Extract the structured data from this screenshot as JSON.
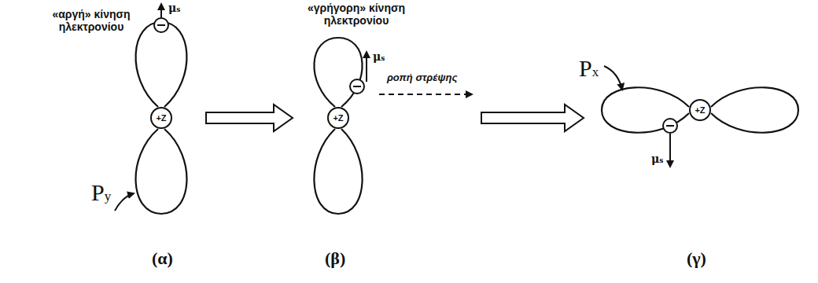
{
  "diagram": {
    "nodes": [
      {
        "text": [
          "+Z"
        ]
      },
      {
        "text": [
          "+Z"
        ]
      },
      {
        "text": [
          "+Z"
        ]
      }
    ],
    "labels": [
      "«αργή» κίνηση ηλεκτρονίου",
      "μs",
      "Py",
      "(α)",
      "«γρήγορη» κίνηση ηλεκτρονίου",
      "μs",
      "ροπή στρέψης",
      "(β)",
      "Px",
      "μs",
      "(γ)"
    ]
  }
}
